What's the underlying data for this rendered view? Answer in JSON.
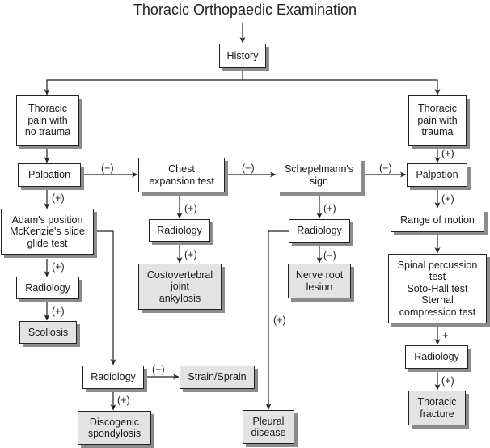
{
  "title": "Thoracic Orthopaedic Examination",
  "nodes": {
    "history": "History",
    "pain_no_trauma": "Thoracic\npain with\nno trauma",
    "pain_trauma": "Thoracic\npain with\ntrauma",
    "palpation_left": "Palpation",
    "chest_expansion": "Chest\nexpansion test",
    "schepelmann": "Schepelmann's\nsign",
    "palpation_right": "Palpation",
    "adams": "Adam's position\nMcKenzie's slide\nglide test",
    "radiology_chest": "Radiology",
    "radiology_schep": "Radiology",
    "range_of_motion": "Range of motion",
    "radiology_adams": "Radiology",
    "costovertebral": "Costovertebral\njoint\nankylosis",
    "nerve_root": "Nerve root\nlesion",
    "spinal_tests": "Spinal percussion\ntest\nSoto-Hall test\nSternal\ncompression test",
    "scoliosis": "Scoliosis",
    "radiology_trauma": "Radiology",
    "radiology_lower": "Radiology",
    "strain_sprain": "Strain/Sprain",
    "thoracic_fracture": "Thoracic\nfracture",
    "discogenic": "Discogenic\nspondylosis",
    "pleural": "Pleural\ndisease"
  },
  "edge_labels": {
    "neg": "(−)",
    "pos": "(+)",
    "plus": "+"
  },
  "colors": {
    "line": "#222222",
    "shadow": "#8c8c8c",
    "outcome_fill": "#e3e3e3"
  }
}
